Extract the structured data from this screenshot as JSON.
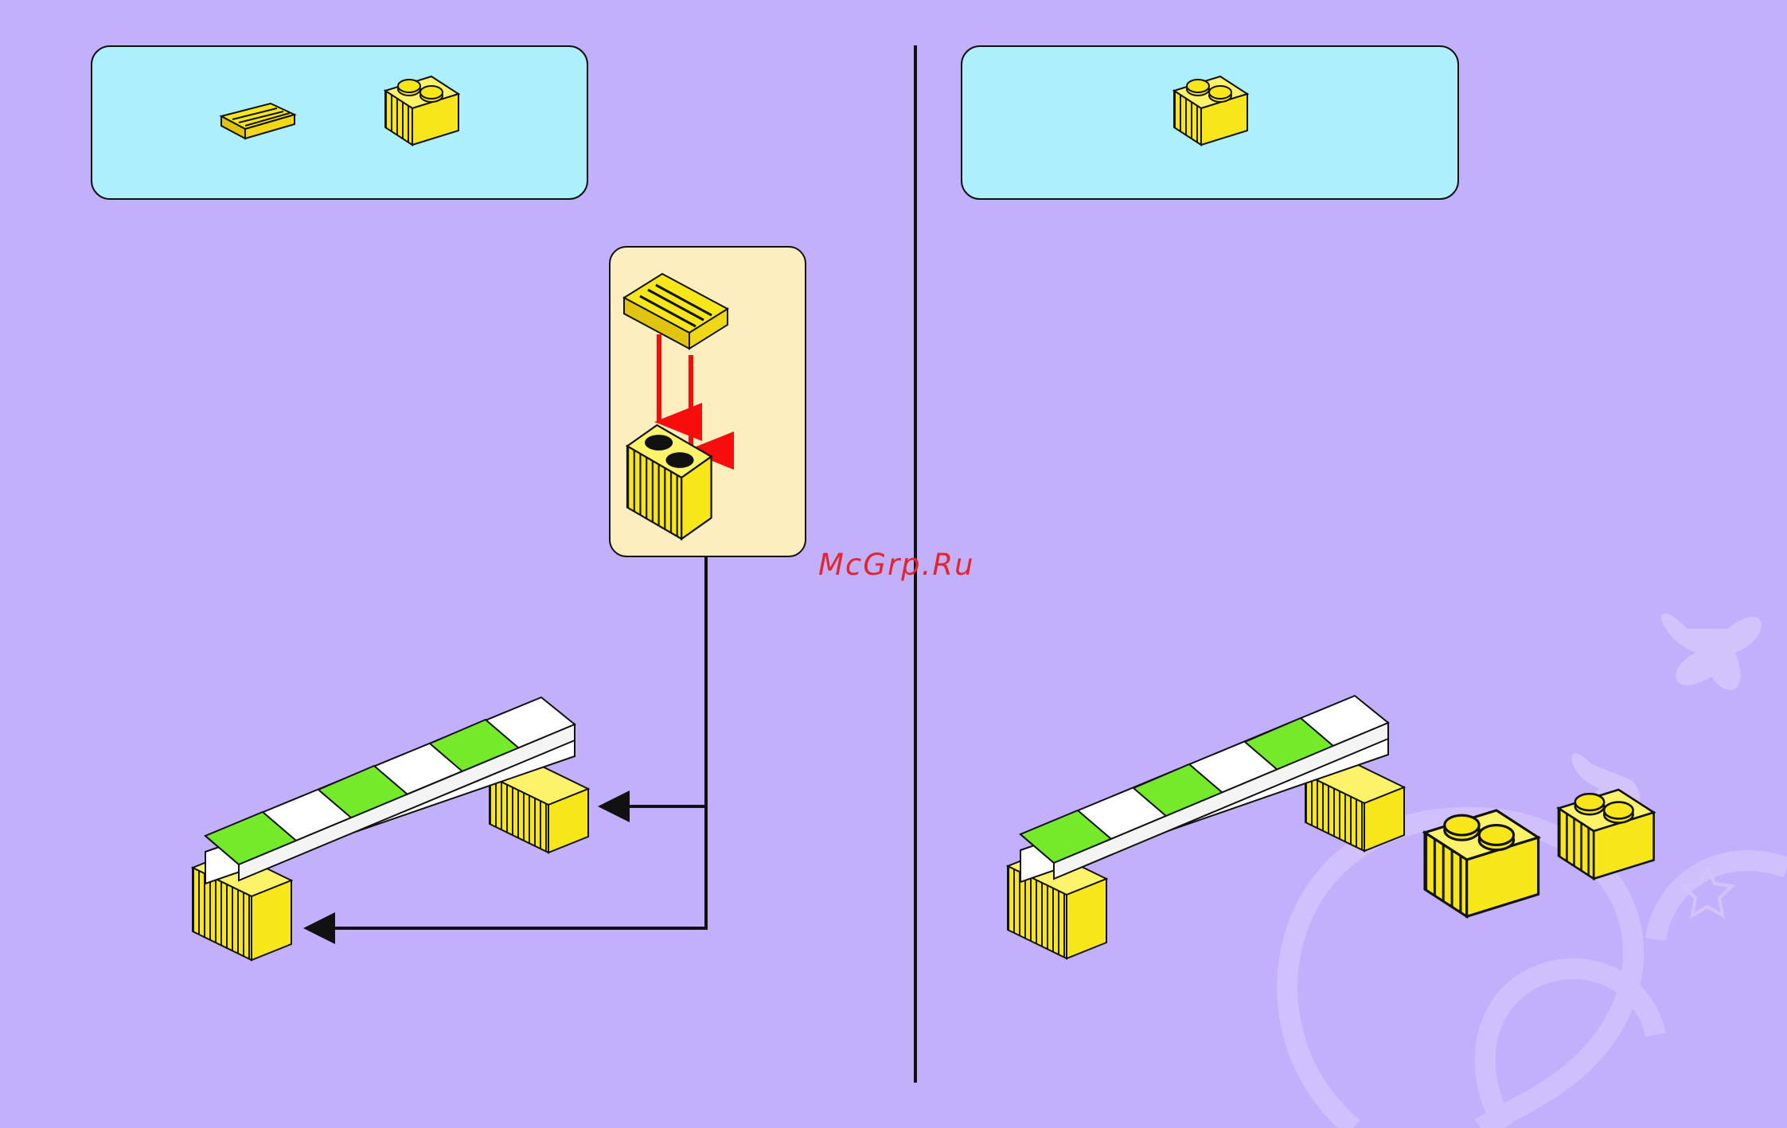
{
  "watermark": {
    "text": "McGrp.Ru"
  },
  "colors": {
    "background": "#c3b0fd",
    "parts_box": "#aeeffd",
    "callout": "#fdeebf",
    "brick_yellow": "#f7e619",
    "plate_green": "#74ea2a",
    "plate_white": "#ffffff",
    "arrow_red": "#f80d0d",
    "line_black": "#111111"
  },
  "steps": [
    {
      "parts": [
        {
          "icon": "yellow-grille-tile-icon",
          "count": 1
        },
        {
          "icon": "yellow-1x2-brick-icon",
          "count": 1
        }
      ]
    },
    {
      "parts": [
        {
          "icon": "yellow-1x2-brick-icon",
          "count": 1
        }
      ]
    }
  ]
}
